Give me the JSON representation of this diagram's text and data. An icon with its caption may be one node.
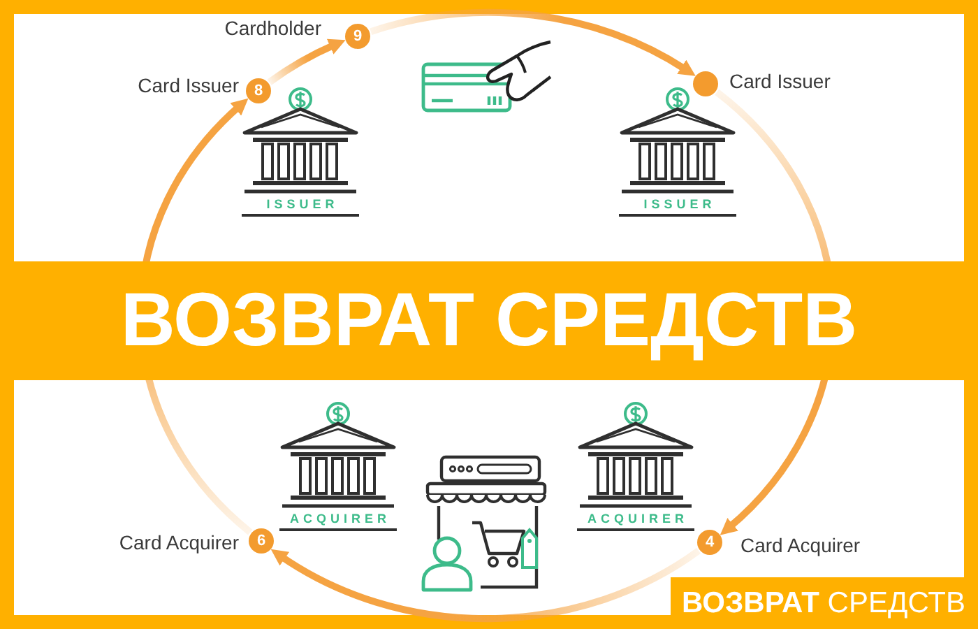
{
  "diagram": {
    "title": "ВОЗВРАТ СРЕДСТВ",
    "nodes": [
      {
        "text": [
          "9"
        ],
        "beside": [
          "Cardholder"
        ]
      },
      {
        "text": [
          "8"
        ],
        "beside": [
          "Card Issuer"
        ]
      },
      {
        "text": [],
        "shape": "circle",
        "beside": [
          "Card Issuer"
        ]
      },
      {
        "text": [
          "6"
        ],
        "beside": [
          "Card Acquirer"
        ]
      },
      {
        "text": [
          "4"
        ],
        "beside": [
          "Card Acquirer"
        ]
      }
    ],
    "edges": [
      {
        "from": 3,
        "to": 1,
        "arrow": "to"
      },
      {
        "from": 1,
        "to": 0,
        "arrow": "to"
      },
      {
        "from": 0,
        "to": 2,
        "arrow": "to"
      },
      {
        "from": 2,
        "to": 4,
        "arrow": "to"
      },
      {
        "from": 4,
        "to": 3,
        "arrow": "to"
      }
    ],
    "labels": [
      "ISSUER",
      "ISSUER",
      "ACQUIRER",
      "ACQUIRER",
      "**ВОЗВРАТ** СРЕДСТВ"
    ]
  }
}
